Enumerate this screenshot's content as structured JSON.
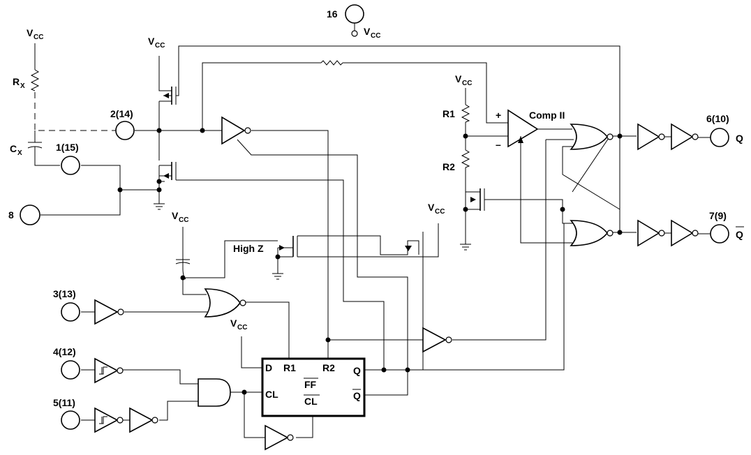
{
  "labels": {
    "vcc_main": "V",
    "vcc_sub": "CC",
    "rx_main": "R",
    "rx_sub": "X",
    "cx_main": "C",
    "cx_sub": "X",
    "r1": "R1",
    "r2": "R2",
    "comp": "Comp II",
    "plus": "+",
    "minus": "–",
    "high_z": "High Z",
    "out_q": "Q",
    "out_qbar": "Q"
  },
  "pins": {
    "p16": "16",
    "p2": "2(14)",
    "p1": "1(15)",
    "p8": "8",
    "p3": "3(13)",
    "p4": "4(12)",
    "p5": "5(11)",
    "p6": "6(10)",
    "p7": "7(9)"
  },
  "flipflop": {
    "d": "D",
    "r1": "R1",
    "r2": "R2",
    "q": "Q",
    "cl": "CL",
    "qbar": "Q",
    "ff": "FF",
    "clbar": "CL"
  }
}
